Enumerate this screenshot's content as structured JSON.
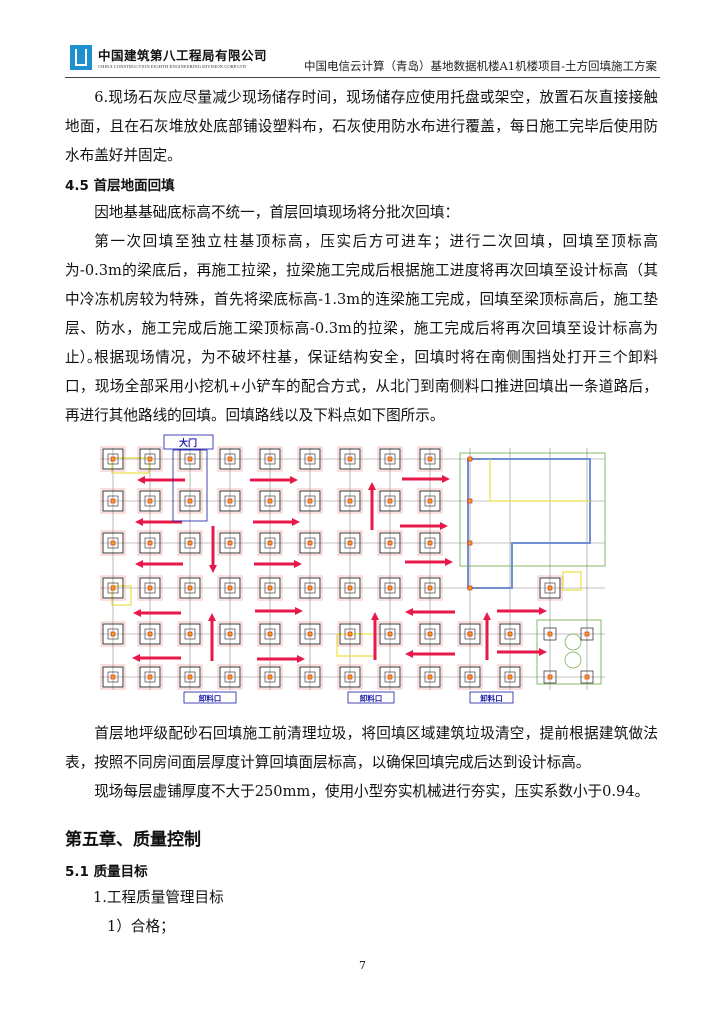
{
  "header": {
    "company_cn": "中国建筑第八工程局有限公司",
    "company_en": "CHINA CONSTRUCTION EIGHTH ENGINEERING DIVISION CORP.LTD",
    "doc_title": "中国电信云计算（青岛）基地数据机楼A1机楼项目-土方回填施工方案"
  },
  "body": {
    "p_lime": "6.现场石灰应尽量减少现场储存时间，现场储存应使用托盘或架空，放置石灰直接接触地面，且在石灰堆放处底部铺设塑料布，石灰使用防水布进行覆盖，每日施工完毕后使用防水布盖好并固定。",
    "h_4_5": "4.5 首层地面回填",
    "p_batches": "因地基基础底标高不统一，首层回填现场将分批次回填：",
    "p_first": "第一次回填至独立柱基顶标高，压实后方可进车；进行二次回填，回填至顶标高为-0.3m的梁底后，再施工拉梁，拉梁施工完成后根据施工进度将再次回填至设计标高（其中冷冻机房较为特殊，首先将梁底标高-1.3m的连梁施工完成，回填至梁顶标高后，施工垫层、防水，施工完成后施工梁顶标高-0.3m的拉梁，施工完成后将再次回填至设计标高为止）。",
    "p_route": "根据现场情况，为不破坏柱基，保证结构安全，回填时将在南侧围挡处打开三个卸料口，现场全部采用小挖机+小铲车的配合方式，从北门到南侧料口推进回填出一条道路后，再进行其他路线的回填。回填路线以及下料点如下图所示。",
    "p_gravel": "首层地坪级配砂石回填施工前清理垃圾，将回填区域建筑垃圾清空，提前根据建筑做法表，按照不同房间面层厚度计算回填面层标高，以确保回填完成后达到设计标高。",
    "p_thickness": "现场每层虚铺厚度不大于250mm，使用小型夯实机械进行夯实，压实系数小于0.94。",
    "h_chapter5": "第五章、质量控制",
    "h_5_1": "5.1 质量目标",
    "p_goal": "1.工程质量管理目标",
    "p_pass": "1）合格；"
  },
  "diagram": {
    "gate_label": "大门",
    "unload_labels": [
      "卸料口",
      "卸料口",
      "卸料口"
    ],
    "colors": {
      "arrow": "#e8194a",
      "grid": "#888888",
      "column": "#222222",
      "dim": "#f08080",
      "label": "#1a1aa8",
      "building": "#7090d0",
      "green": "#66aa44",
      "yellow": "#e8e040"
    }
  },
  "footer": {
    "page_number": "7"
  }
}
